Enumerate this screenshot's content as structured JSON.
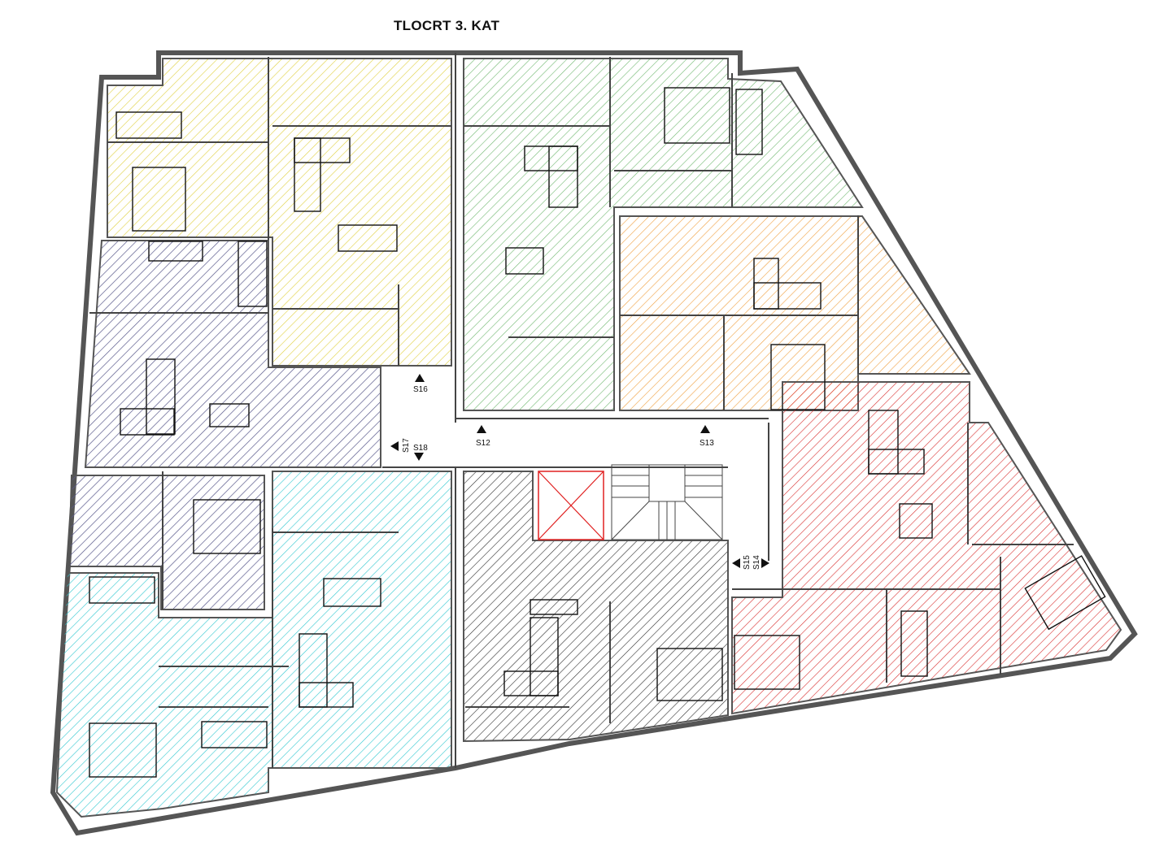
{
  "title": "TLOCRT 3. KAT",
  "units": [
    {
      "name": "yellow",
      "color": "#e0d040"
    },
    {
      "name": "purple",
      "color": "#5a5a8c"
    },
    {
      "name": "green",
      "color": "#70b870"
    },
    {
      "name": "orange",
      "color": "#f0a040"
    },
    {
      "name": "red",
      "color": "#d83030"
    },
    {
      "name": "cyan",
      "color": "#30c8d0"
    },
    {
      "name": "gray",
      "color": "#303030"
    }
  ],
  "section_markers": {
    "s12": "S12",
    "s13": "S13",
    "s14": "S14",
    "s15": "S15",
    "s16": "S16",
    "s17": "S17",
    "s18": "S18"
  },
  "elevator_color": "#e02020"
}
